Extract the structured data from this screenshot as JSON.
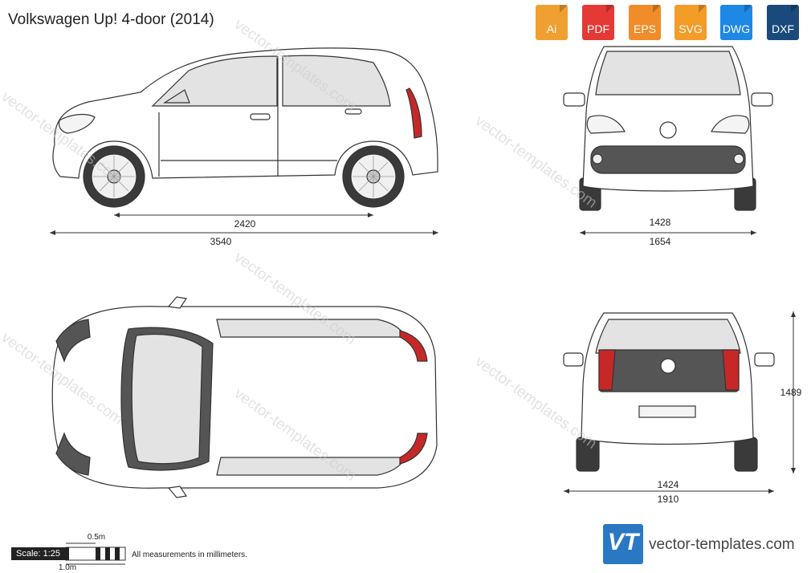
{
  "title": "Volkswagen Up! 4-door (2014)",
  "formats": [
    {
      "label": "Ai",
      "color": "#f0a030"
    },
    {
      "label": "PDF",
      "color": "#e53935"
    },
    {
      "label": "EPS",
      "color": "#f08c2a"
    },
    {
      "label": "SVG",
      "color": "#f39c28"
    },
    {
      "label": "DWG",
      "color": "#1e88e5"
    },
    {
      "label": "DXF",
      "color": "#1a4a7c"
    }
  ],
  "dimensions": {
    "wheelbase": "2420",
    "length": "3540",
    "front_track": "1428",
    "front_width": "1654",
    "height": "1489",
    "rear_track": "1424",
    "rear_width": "1910"
  },
  "scale": {
    "label": "Scale: 1:25",
    "half_meter": "0.5m",
    "one_meter": "1.0m"
  },
  "note": "All measurements in millimeters.",
  "brand": {
    "logo": "VT",
    "name": "vector-templates.com"
  },
  "watermark": "vector-templates.com",
  "colors": {
    "line": "#333333",
    "glass": "#e3e3e3",
    "dark_panel": "#555555",
    "taillight": "#c62828",
    "tire": "#3a3a3a"
  }
}
